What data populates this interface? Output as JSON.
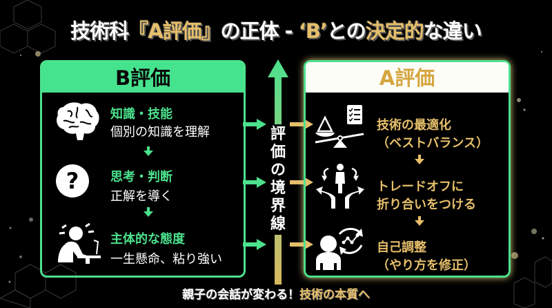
{
  "title": {
    "part1": "技術科",
    "part2": "『A評価』",
    "part3": "の正体 - ",
    "part4": "‘B’",
    "part5": "との",
    "part6": "決定的",
    "part7": "な違い"
  },
  "left_panel": {
    "header": "B評価",
    "items": [
      {
        "icon": "brain-icon",
        "title": "知識・技能",
        "desc": "個別の知識を理解"
      },
      {
        "icon": "question-icon",
        "title": "思考・判断",
        "desc": "正解を導く"
      },
      {
        "icon": "struggling-worker-icon",
        "title": "主体的な態度",
        "desc": "一生懸命、粘り強い"
      }
    ]
  },
  "divider": {
    "label": "評価の境界線"
  },
  "right_panel": {
    "header": "A評価",
    "items": [
      {
        "icon": "balance-checklist-icon",
        "line1": "技術の最適化",
        "line2": "（ベストバランス）"
      },
      {
        "icon": "crossroads-person-icon",
        "line1": "トレードオフに",
        "line2": "折り合いをつける"
      },
      {
        "icon": "person-cycle-icon",
        "line1": "自己調整",
        "line2": "（やり方を修正）"
      }
    ]
  },
  "footer": {
    "part1": "親子の会話が変わる！",
    "part2": "技術の本質へ"
  },
  "colors": {
    "background": "#000000",
    "green": "#4ce18d",
    "gold": "#e6bf6b",
    "header_gold": "#d5a640"
  }
}
